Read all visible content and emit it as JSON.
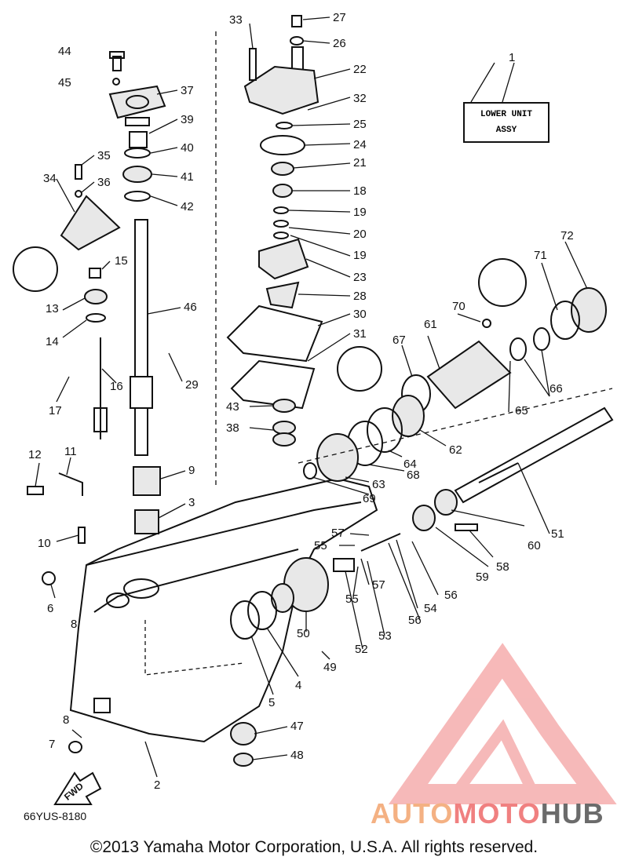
{
  "diagram": {
    "assy_label_line1": "LOWER UNIT",
    "assy_label_line2": "ASSY",
    "fwd_label": "FWD",
    "drawing_code": "66YUS-8180",
    "copyright": "©2013 Yamaha Motor Corporation, U.S.A. All rights reserved.",
    "watermark": {
      "part1": "AUTO",
      "part2": "MOTO",
      "part3": "HUB"
    },
    "callouts": [
      "1",
      "2",
      "3",
      "4",
      "5",
      "6",
      "7",
      "8",
      "8",
      "9",
      "10",
      "11",
      "12",
      "13",
      "14",
      "15",
      "16",
      "17",
      "18",
      "19",
      "19",
      "20",
      "21",
      "22",
      "23",
      "24",
      "25",
      "26",
      "27",
      "28",
      "29",
      "30",
      "31",
      "32",
      "33",
      "34",
      "35",
      "36",
      "37",
      "38",
      "39",
      "40",
      "41",
      "42",
      "43",
      "44",
      "45",
      "46",
      "47",
      "48",
      "49",
      "50",
      "51",
      "52",
      "53",
      "54",
      "55",
      "55",
      "56",
      "56",
      "57",
      "57",
      "58",
      "59",
      "60",
      "61",
      "62",
      "63",
      "64",
      "65",
      "66",
      "67",
      "68",
      "69",
      "70",
      "71",
      "72"
    ]
  },
  "colors": {
    "line": "#111111",
    "watermark_light": "#f4b183",
    "watermark_red": "#f08080",
    "watermark_dark": "#6b6b6b"
  }
}
